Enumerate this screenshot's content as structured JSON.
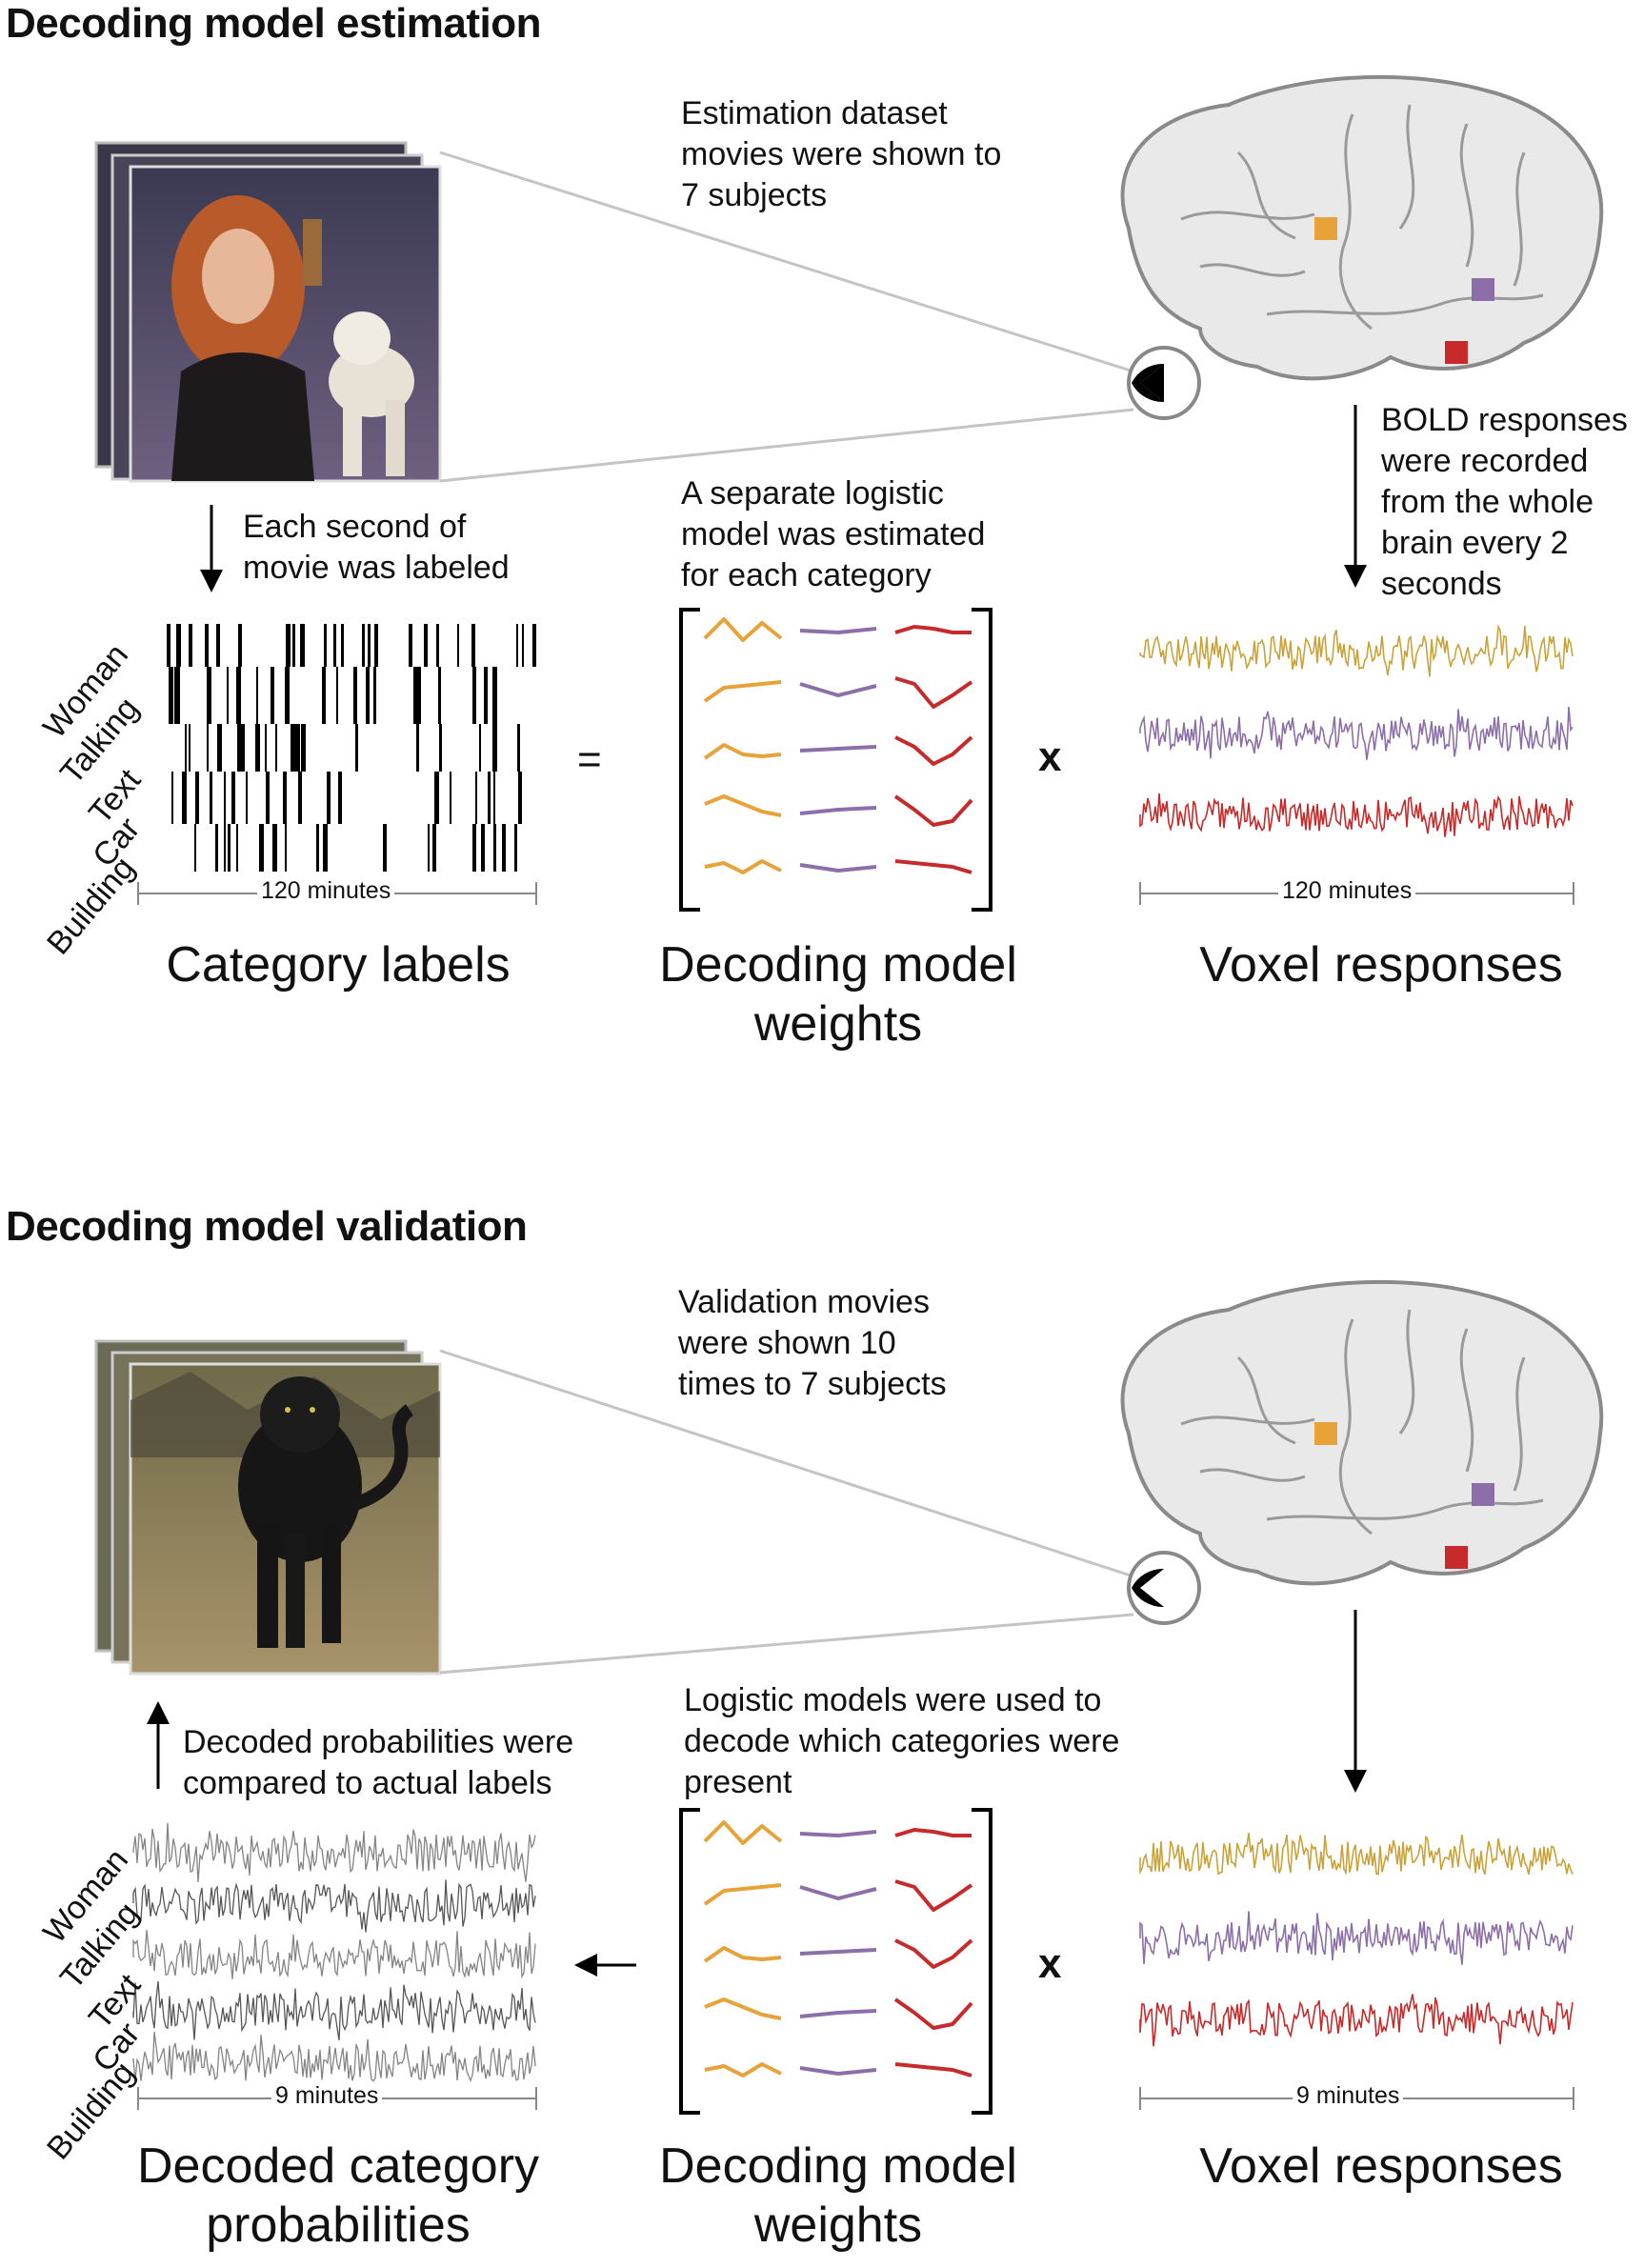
{
  "estimation": {
    "title": "Decoding model estimation",
    "note_top": [
      "Estimation dataset",
      "movies were shown to",
      "7 subjects"
    ],
    "note_label": [
      "Each second of",
      "movie was labeled"
    ],
    "note_model": [
      "A separate logistic",
      "model was estimated",
      "for each category"
    ],
    "note_bold": [
      "BOLD responses",
      "were recorded",
      "from the whole",
      "brain every 2",
      "seconds"
    ],
    "categories": [
      "Woman",
      "Talking",
      "Text",
      "Car",
      "Building"
    ],
    "timeline_left": "120 minutes",
    "timeline_right": "120 minutes",
    "equals": "=",
    "times": "x",
    "caption_left": [
      "Category labels"
    ],
    "caption_mid": [
      "Decoding model",
      "weights"
    ],
    "caption_right": [
      "Voxel responses"
    ]
  },
  "validation": {
    "title": "Decoding model validation",
    "note_top": [
      "Validation movies",
      "were shown 10",
      "times to 7 subjects"
    ],
    "note_compare": [
      "Decoded probabilities were",
      "compared to actual labels"
    ],
    "note_model": [
      "Logistic models were used to",
      "decode which categories were",
      "present"
    ],
    "categories": [
      "Woman",
      "Talking",
      "Text",
      "Car",
      "Building"
    ],
    "timeline_left": "9 minutes",
    "timeline_right": "9 minutes",
    "times": "x",
    "caption_left": [
      "Decoded category",
      "probabilities"
    ],
    "caption_mid": [
      "Decoding model",
      "weights"
    ],
    "caption_right": [
      "Voxel responses"
    ]
  },
  "colors": {
    "orange": "#E8A23A",
    "purple": "#8C6FA8",
    "red": "#C62A2A",
    "gold_trace": "#C9A33A",
    "brain_fill": "#E9E9E9",
    "brain_stroke": "#8A8A8A"
  },
  "icons": [
    "movie-frames-icon",
    "eye-icon",
    "brain-icon",
    "arrow-down-icon",
    "arrow-up-icon",
    "arrow-left-icon"
  ]
}
